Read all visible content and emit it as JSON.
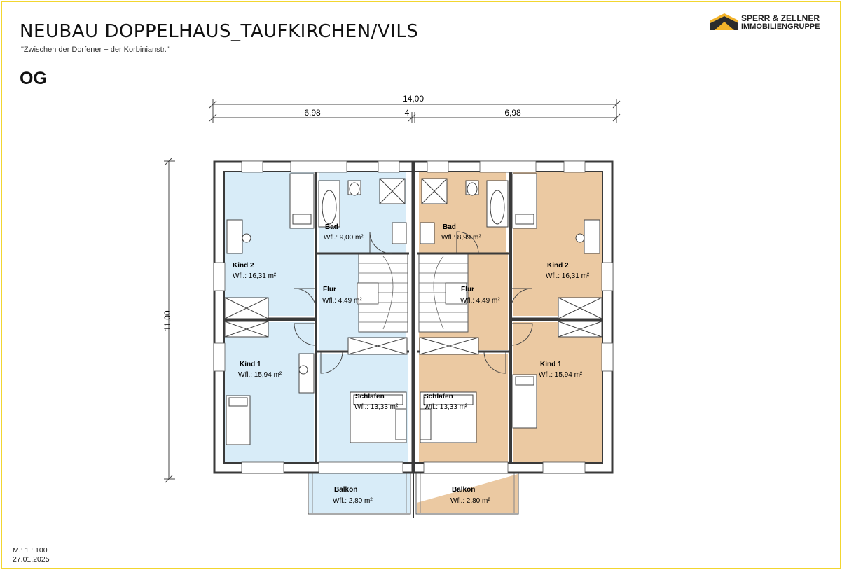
{
  "header": {
    "title": "NEUBAU DOPPELHAUS_TAUFKIRCHEN/VILS",
    "subtitle": "\"Zwischen der Dorfener + der Korbinianstr.\"",
    "floor_label": "OG"
  },
  "logo": {
    "line1": "SPERR & ZELLNER",
    "line2": "IMMOBILIENGRUPPE",
    "accent": "#f2b32a"
  },
  "dimensions": {
    "total": "14,00",
    "left": "6,98",
    "middle": "4",
    "right": "6,98",
    "height": "11,00"
  },
  "colors": {
    "left_unit": "#d8ecf8",
    "right_unit": "#ebc9a2",
    "wall": "#3a3a3a",
    "frame": "#f2d630"
  },
  "rooms_left": {
    "kind2": {
      "name": "Kind 2",
      "area": "Wfl.: 16,31 m²"
    },
    "bad": {
      "name": "Bad",
      "area": "Wfl.: 9,00 m²"
    },
    "flur": {
      "name": "Flur",
      "area": "Wfl.: 4,49 m²"
    },
    "kind1": {
      "name": "Kind 1",
      "area": "Wfl.: 15,94 m²"
    },
    "schlafen": {
      "name": "Schlafen",
      "area": "Wfl.: 13,33 m²"
    },
    "balkon": {
      "name": "Balkon",
      "area": "Wfl.: 2,80 m²"
    }
  },
  "rooms_right": {
    "bad": {
      "name": "Bad",
      "area": "Wfl.: 8,99 m²"
    },
    "kind2": {
      "name": "Kind 2",
      "area": "Wfl.: 16,31 m²"
    },
    "flur": {
      "name": "Flur",
      "area": "Wfl.: 4,49 m²"
    },
    "kind1": {
      "name": "Kind 1",
      "area": "Wfl.: 15,94 m²"
    },
    "schlafen": {
      "name": "Schlafen",
      "area": "Wfl.: 13,33 m²"
    },
    "balkon": {
      "name": "Balkon",
      "area": "Wfl.: 2,80 m²"
    }
  },
  "footer": {
    "scale": "M.: 1 : 100",
    "date": "27.01.2025"
  }
}
